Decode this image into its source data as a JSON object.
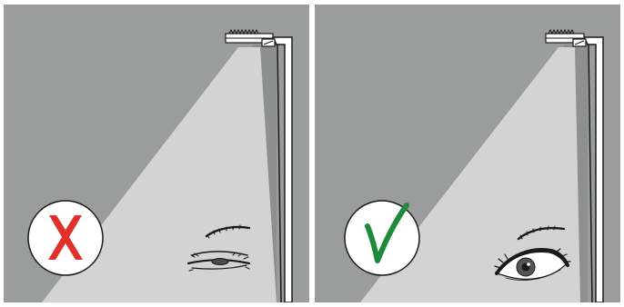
{
  "colors": {
    "background": "#9b9c9c",
    "light_beam": "#d3d3d3",
    "pole": "#ffffff",
    "outline": "#1a1a1a",
    "badge_fill": "#ffffff",
    "cross_red": "#e0322b",
    "check_green": "#1f8b3a"
  },
  "panels": [
    {
      "verdict": "incorrect",
      "badge_icon": "red-cross-icon",
      "eye_state": "squinting"
    },
    {
      "verdict": "correct",
      "badge_icon": "green-checkmark-icon",
      "eye_state": "open"
    }
  ]
}
